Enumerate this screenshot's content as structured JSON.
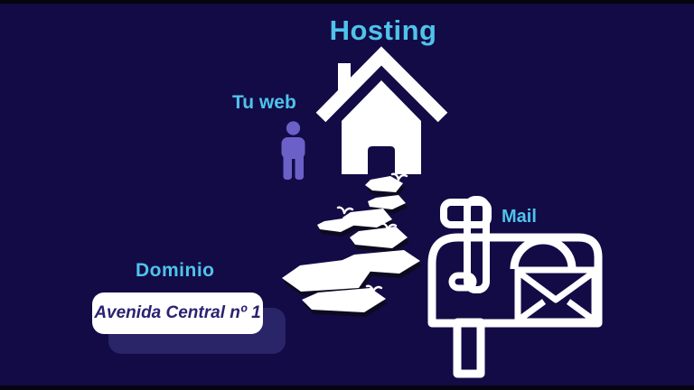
{
  "scene": {
    "title": "Hosting",
    "house_label": "Tu web",
    "domain_label": "Dominio",
    "mail_label": "Mail",
    "sign_text": "Avenida Central nº 1"
  },
  "icons": {
    "house": "house-icon",
    "person": "person-icon",
    "mailbox": "mailbox-icon",
    "envelope": "envelope-icon",
    "flag": "mailbox-flag-icon",
    "stones": "stepping-stones",
    "grass": "grass-tuft-icon"
  },
  "colors": {
    "bg": "#130b46",
    "bar": "#05040f",
    "accent": "#4fc3ea",
    "white": "#ffffff",
    "person": "#6a60c8",
    "sign_text": "#2b2173",
    "sign_shadow": "#2a2468",
    "stone_shadow": "#0d0a20"
  }
}
